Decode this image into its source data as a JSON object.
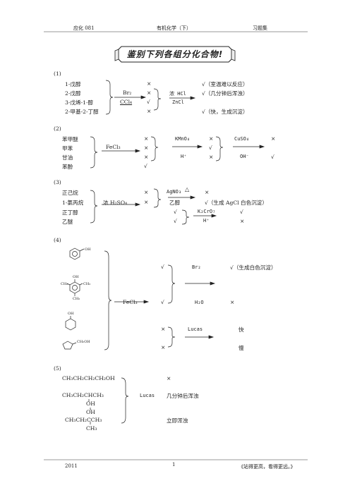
{
  "header": {
    "left": "应化 081",
    "center": "有机化学（下）",
    "right": "习题集"
  },
  "title": "鉴别下列各组分化合物!",
  "s1": {
    "label": "(1)",
    "compounds": [
      "1-戊醇",
      "2-戊醇",
      "3-戊烯-1-醇",
      "2-甲基-2-丁醇"
    ],
    "reagent1": "Br₂",
    "reagent1b": "CCl₄",
    "marks1": [
      "×",
      "×",
      "√",
      "×"
    ],
    "reagent2": "浓 HCl",
    "reagent2b": "ZnCl",
    "results": [
      "√（室温难以反应）",
      "√（几分钟后浑浊）",
      "√（快，生成沉淀）"
    ]
  },
  "s2": {
    "label": "(2)",
    "compounds": [
      "苯甲醚",
      "甲苯",
      "甘油",
      "苯酚"
    ],
    "reagent1": "FeCl₃",
    "marks1": [
      "×",
      "×",
      "×",
      "√"
    ],
    "reagent2": "KMnO₄",
    "reagent2b": "H⁺",
    "marks2": [
      "×",
      "√",
      "×"
    ],
    "reagent3": "CuSO₄",
    "reagent3b": "OH⁻",
    "marks3": [
      "×",
      "√"
    ]
  },
  "s3": {
    "label": "(3)",
    "compounds": [
      "正己烷",
      "1-氯丙烷",
      "正丁醇",
      "乙醚"
    ],
    "reagent1": "浓 H₂SO₄",
    "marks1": [
      "×",
      "×",
      "√",
      "√"
    ],
    "reagent2": "AgNO₃",
    "delta": "△",
    "reagent2b": "乙醇",
    "marks2": [
      "×",
      "√（生成 AgCl 白色沉淀）"
    ],
    "reagent3": "K₂CrO₇",
    "reagent3b": "H⁺",
    "marks3": [
      "√",
      "×"
    ]
  },
  "s4": {
    "label": "(4)",
    "struct_labels": [
      "OH",
      "OH",
      "CH₃",
      "CH₃",
      "CH₃",
      "OH",
      "CH₂OH"
    ],
    "reagent1": "FeCl₃",
    "marks1": [
      "√",
      "√",
      "×",
      "×"
    ],
    "reagent2": "Br₂",
    "result2": "√（生成白色沉淀）",
    "reagent2b": "H₂O",
    "mark2b": "×",
    "reagent3": "Lucas",
    "result3a": "快",
    "result3b": "慢"
  },
  "s5": {
    "label": "(5)",
    "c1": "CH₃CH₂CH₂CH₂OH",
    "c2": "CH₃CH₂CHCH₃",
    "c2sub": "OH",
    "c3top": "OH",
    "c3": "CH₃CH₂CCH₃",
    "c3sub": "CH₃",
    "reagent": "Lucas",
    "results": [
      "×",
      "几分钟后浑浊",
      "立即浑浊"
    ]
  },
  "footer": {
    "left": "2011",
    "page": "1",
    "right": "《站得更高，看得更远。》"
  }
}
